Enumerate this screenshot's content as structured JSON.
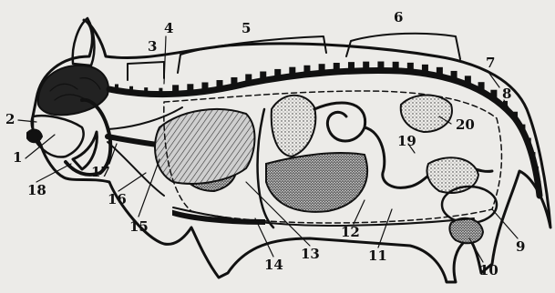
{
  "diagram": {
    "style": "engraving",
    "ink_color": "#111111",
    "paper_color": "#ecebe8",
    "labels": [
      "1",
      "2",
      "3",
      "4",
      "5",
      "6",
      "7",
      "8",
      "9",
      "10",
      "11",
      "12",
      "13",
      "14",
      "15",
      "16",
      "17",
      "18",
      "19",
      "20"
    ]
  }
}
